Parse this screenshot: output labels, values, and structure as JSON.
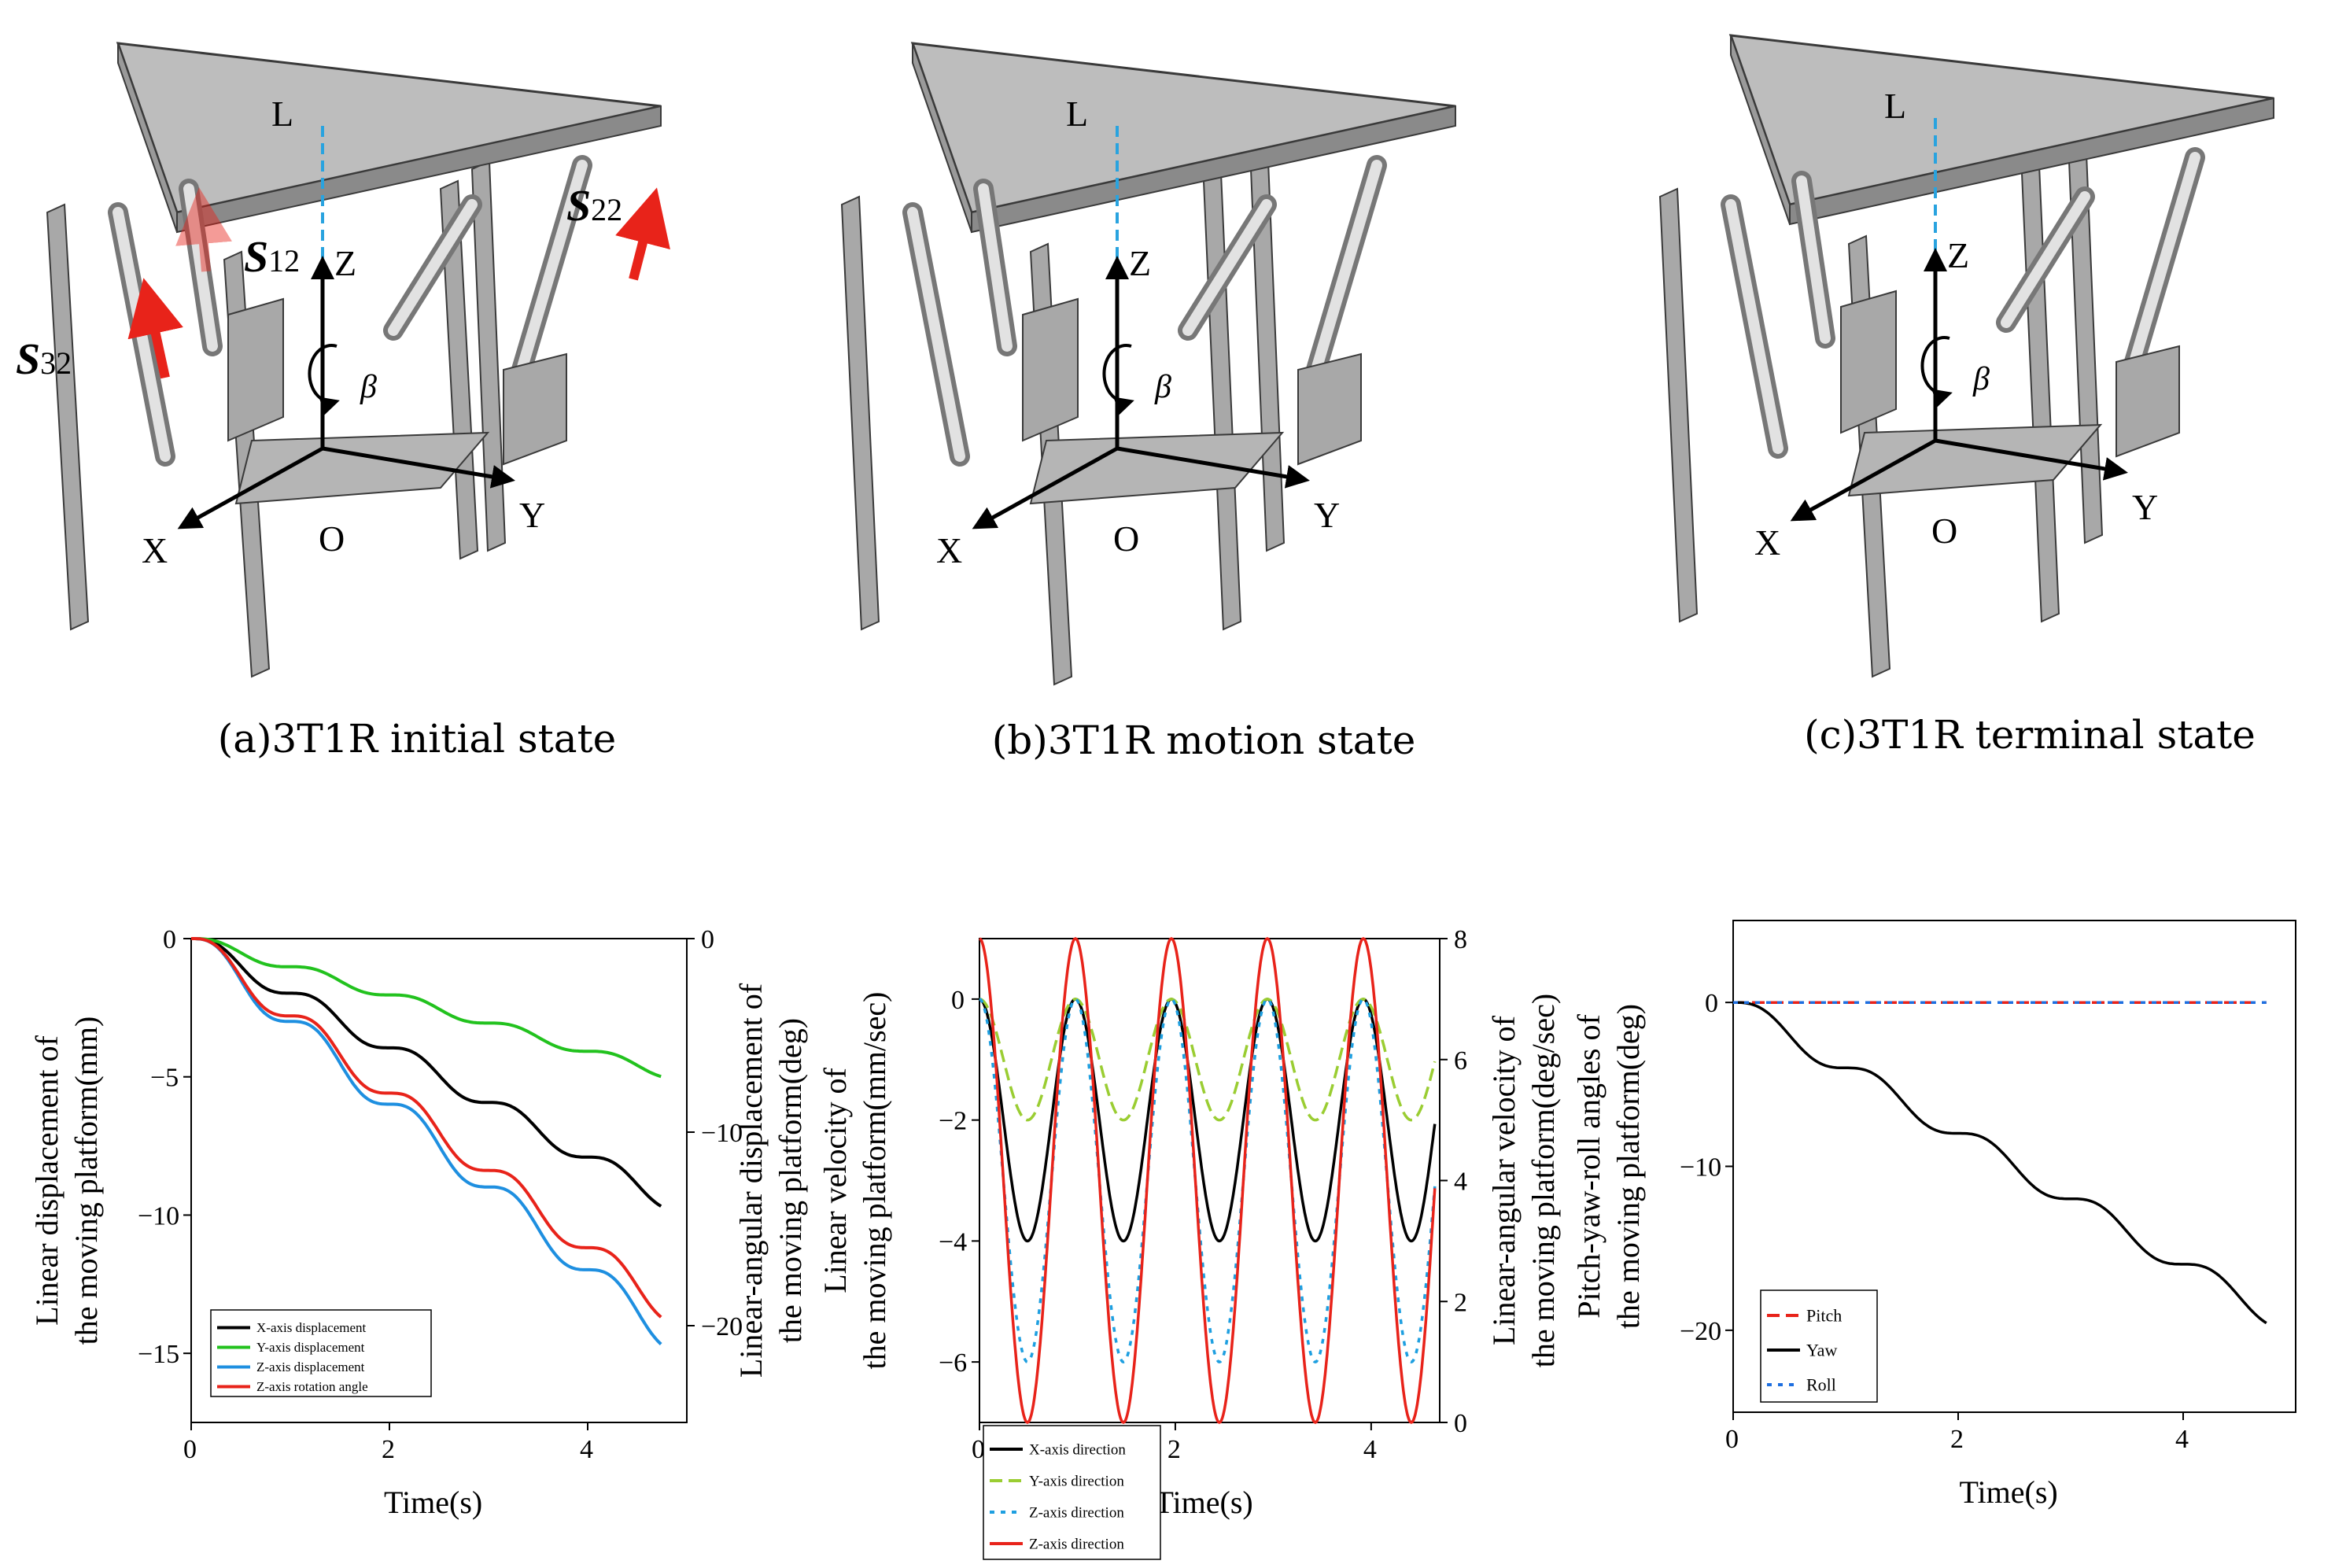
{
  "robots": [
    {
      "caption": "(a)3T1R initial state",
      "labels": {
        "L": "L",
        "Z": "Z",
        "X": "X",
        "Y": "Y",
        "O": "O",
        "beta": "β",
        "s12": "12",
        "s22": "22",
        "s32": "32",
        "s_letter": "S"
      }
    },
    {
      "caption": "(b)3T1R motion state",
      "labels": {
        "L": "L",
        "Z": "Z",
        "X": "X",
        "Y": "Y",
        "O": "O",
        "beta": "β"
      }
    },
    {
      "caption": "(c)3T1R terminal state",
      "labels": {
        "L": "L",
        "Z": "Z",
        "X": "X",
        "Y": "Y",
        "O": "O",
        "beta": "β"
      }
    }
  ],
  "colors": {
    "platform": "#b8b8b8",
    "frame": "#a6a6a6",
    "arrow": "#e8231a",
    "axis": "#000000",
    "dash": "#29a3df"
  },
  "chart_data": [
    {
      "type": "line",
      "xlabel": "Time(s)",
      "ylabel": "Linear displacement of\nthe moving platform(mm)",
      "y2label": "Linear-angular displacement of\nthe moving platform(deg)",
      "xlim": [
        0,
        5
      ],
      "ylim": [
        -17.5,
        0
      ],
      "y2lim": [
        -25,
        0
      ],
      "xticks": [
        "0",
        "2",
        "4"
      ],
      "yticks": [
        "0",
        "-5",
        "-10",
        "-15"
      ],
      "y2ticks": [
        "0",
        "-10",
        "-20"
      ],
      "legend": "bottom-left",
      "series": [
        {
          "name": "X-axis displacement",
          "color": "#000000",
          "steps": 4.7,
          "end": -9.7,
          "axis": "left"
        },
        {
          "name": "Y-axis displacement",
          "color": "#22c21e",
          "steps": 4.7,
          "end": -5.0,
          "axis": "left"
        },
        {
          "name": "Z-axis displacement",
          "color": "#1e8fe0",
          "steps": 4.7,
          "end": -14.7,
          "axis": "left"
        },
        {
          "name": "Z-axis rotation angle",
          "color": "#e8231a",
          "steps": 4.7,
          "end": -19.6,
          "axis": "right"
        }
      ]
    },
    {
      "type": "line",
      "xlabel": "Time(s)",
      "ylabel": "Linear velocity of\nthe moving platform(mm/sec)",
      "y2label": "Linear-angular velocity of\nthe moving platform(deg/sec)",
      "xlim": [
        0,
        4.7
      ],
      "ylim": [
        -7,
        1
      ],
      "y2lim": [
        0,
        8
      ],
      "xticks": [
        "0",
        "2",
        "4"
      ],
      "yticks": [
        "0",
        "-2",
        "-4",
        "-6"
      ],
      "y2ticks": [
        "0",
        "2",
        "4",
        "6",
        "8"
      ],
      "legend": "bottom-left",
      "series": [
        {
          "name": "X-axis direction",
          "color": "#000000",
          "min": -4,
          "max": 0,
          "axis": "left"
        },
        {
          "name": "Y-axis direction",
          "color": "#9acd32",
          "min": -2,
          "max": 0,
          "axis": "left"
        },
        {
          "name": "Z-axis direction",
          "color": "#1e9fe0",
          "min": -6,
          "max": 0,
          "axis": "left"
        },
        {
          "name": "Z-axis direction",
          "color": "#e8231a",
          "min": 0,
          "max": 8,
          "axis": "right"
        }
      ]
    },
    {
      "type": "line",
      "xlabel": "Time(s)",
      "ylabel": "Pitch-yaw-roll angles of\nthe moving platform(deg)",
      "xlim": [
        0,
        5
      ],
      "ylim": [
        -25,
        5
      ],
      "xticks": [
        "0",
        "2",
        "4"
      ],
      "yticks": [
        "0",
        "-10",
        "-20"
      ],
      "legend": "bottom-left",
      "series": [
        {
          "name": "Pitch",
          "color": "#e8231a",
          "constant": 0
        },
        {
          "name": "Yaw",
          "color": "#000000",
          "end": -19.6
        },
        {
          "name": "Roll",
          "color": "#1e6fe0",
          "constant": 0
        }
      ]
    }
  ]
}
